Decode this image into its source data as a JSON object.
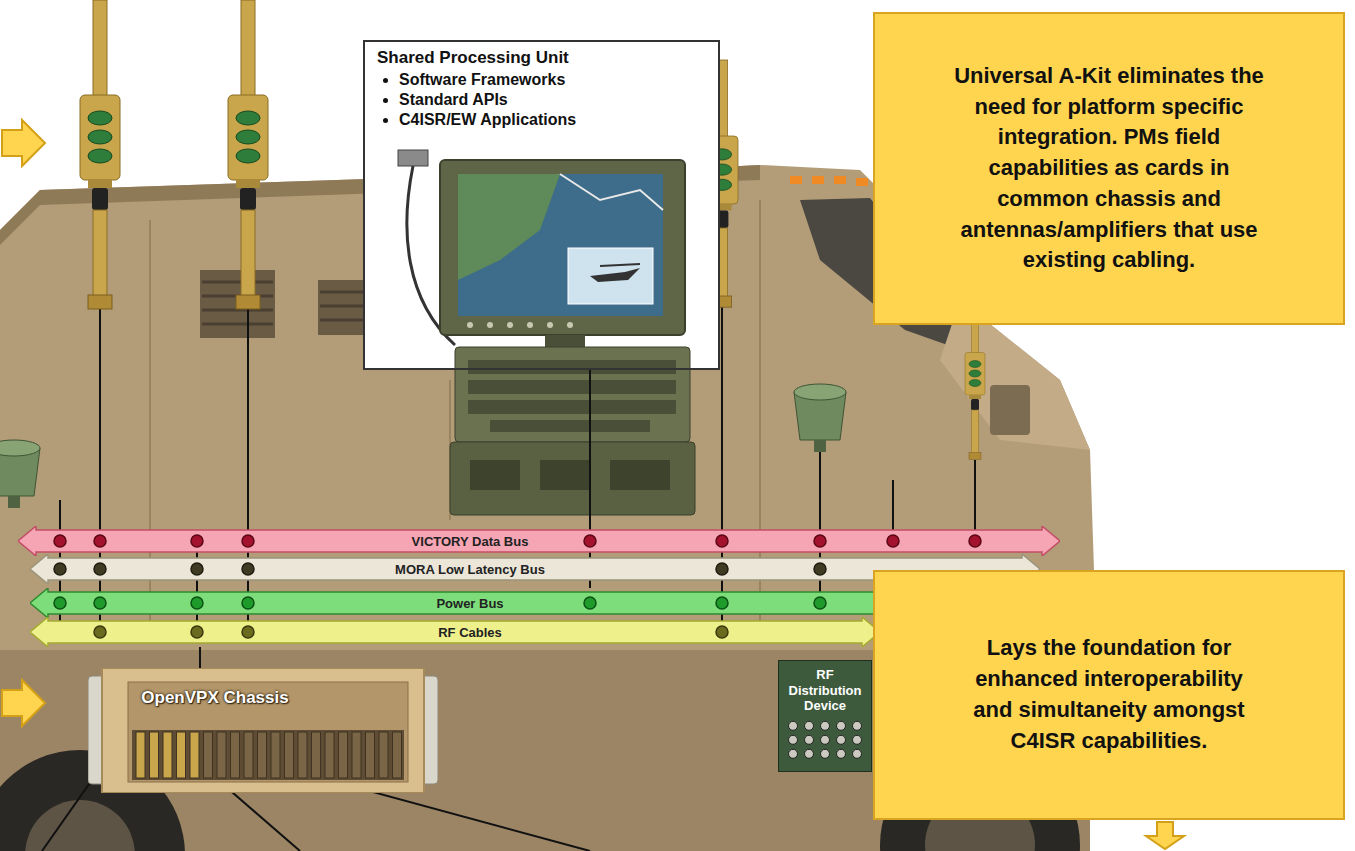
{
  "diagram": {
    "nodes": [
      {
        "text": [
          "Shared Processing Unit",
          "Software Frameworks",
          "Standard APIs",
          "C4ISR/EW Applications"
        ]
      },
      {
        "text": [
          "Universal A-Kit eliminates the need for platform specific integration. PMs field capabilities as cards in common chassis and antennas/amplifiers that use existing cabling."
        ]
      },
      {
        "text": [
          "VICTORY Data Bus"
        ]
      },
      {
        "text": [
          "MORA Low Latency Bus"
        ]
      },
      {
        "text": [
          "Power Bus"
        ]
      },
      {
        "text": [
          "RF Cables"
        ]
      },
      {
        "text": [
          "Lays the foundation for enhanced interoperability and simultaneity amongst C4ISR capabilities."
        ]
      },
      {
        "text": [
          "OpenVPX Chassis"
        ]
      },
      {
        "text": [
          "RF Distribution Device"
        ]
      }
    ],
    "edges": [
      {
        "from": 0,
        "to": 4,
        "arrow": "none"
      },
      {
        "from": 7,
        "to": 5,
        "arrow": "none"
      }
    ]
  }
}
